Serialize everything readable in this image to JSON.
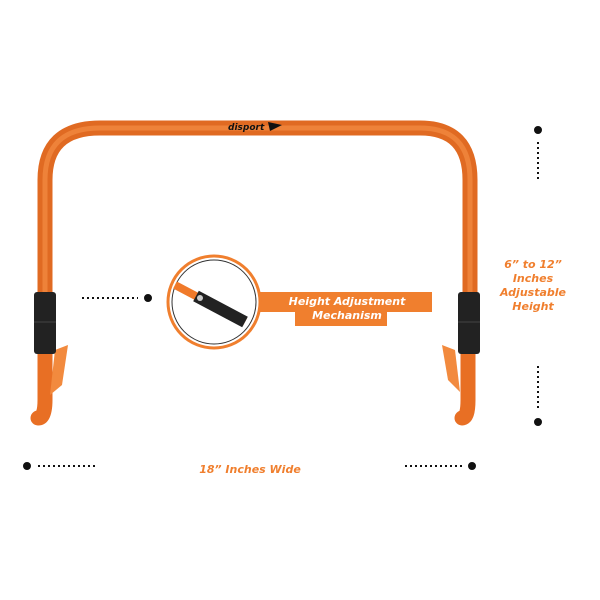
{
  "product": {
    "brand_logo": "disport",
    "callout_label_line1": "Height Adjustment",
    "callout_label_line2": "Mechanism",
    "height_label": "6” to 12” Inches Adjustable Height",
    "width_label": "18” Inches Wide"
  },
  "colors": {
    "accent": "#f07f2e",
    "tube": "#f07a2a",
    "sleeve": "#222222"
  }
}
